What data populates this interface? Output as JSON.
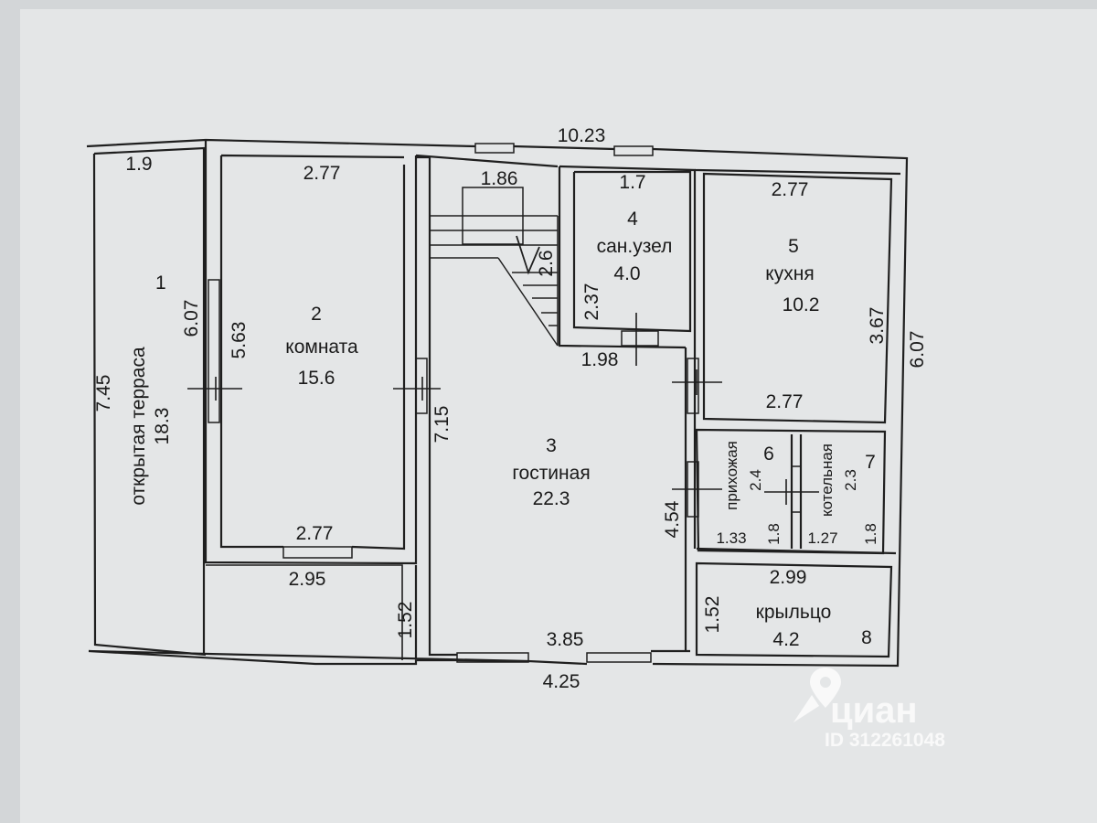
{
  "rooms": [
    {
      "num": "1",
      "name": "открытая терраса",
      "area": "18.3"
    },
    {
      "num": "2",
      "name": "комната",
      "area": "15.6"
    },
    {
      "num": "3",
      "name": "гостиная",
      "area": "22.3"
    },
    {
      "num": "4",
      "name": "сан.узел",
      "area": "4.0"
    },
    {
      "num": "5",
      "name": "кухня",
      "area": "10.2"
    },
    {
      "num": "6",
      "name": "прихожая",
      "area": "2.4"
    },
    {
      "num": "7",
      "name": "котельная",
      "area": "2.3"
    },
    {
      "num": "8",
      "name": "крыльцо",
      "area": "4.2"
    }
  ],
  "dimensions": {
    "overall_top": "10.23",
    "terrace_top": "1.9",
    "room2_top": "2.77",
    "stair_top": "1.86",
    "bath_top": "1.7",
    "kitchen_top": "2.77",
    "terrace_left": "7.45",
    "terrace_inner": "6.07",
    "room2_side": "5.63",
    "living_left": "7.15",
    "stair_run": "2.6",
    "bath_side": "2.37",
    "bath_bottom": "1.98",
    "kitchen_side": "3.67",
    "overall_right": "6.07",
    "kitchen_bottom": "2.77",
    "room2_bottom": "2.77",
    "terrace_bottom": "2.95",
    "terrace_step": "1.52",
    "living_side": "4.54",
    "hall_width": "1.33",
    "hall_depth": "1.8",
    "boiler_width": "1.27",
    "boiler_depth": "1.8",
    "porch_top": "2.99",
    "porch_side": "1.52",
    "living_bottom": "3.85",
    "overall_bottom": "4.25"
  },
  "watermark": {
    "brand": "циан",
    "id": "ID 312261048",
    "icon": "map-pin-icon"
  }
}
